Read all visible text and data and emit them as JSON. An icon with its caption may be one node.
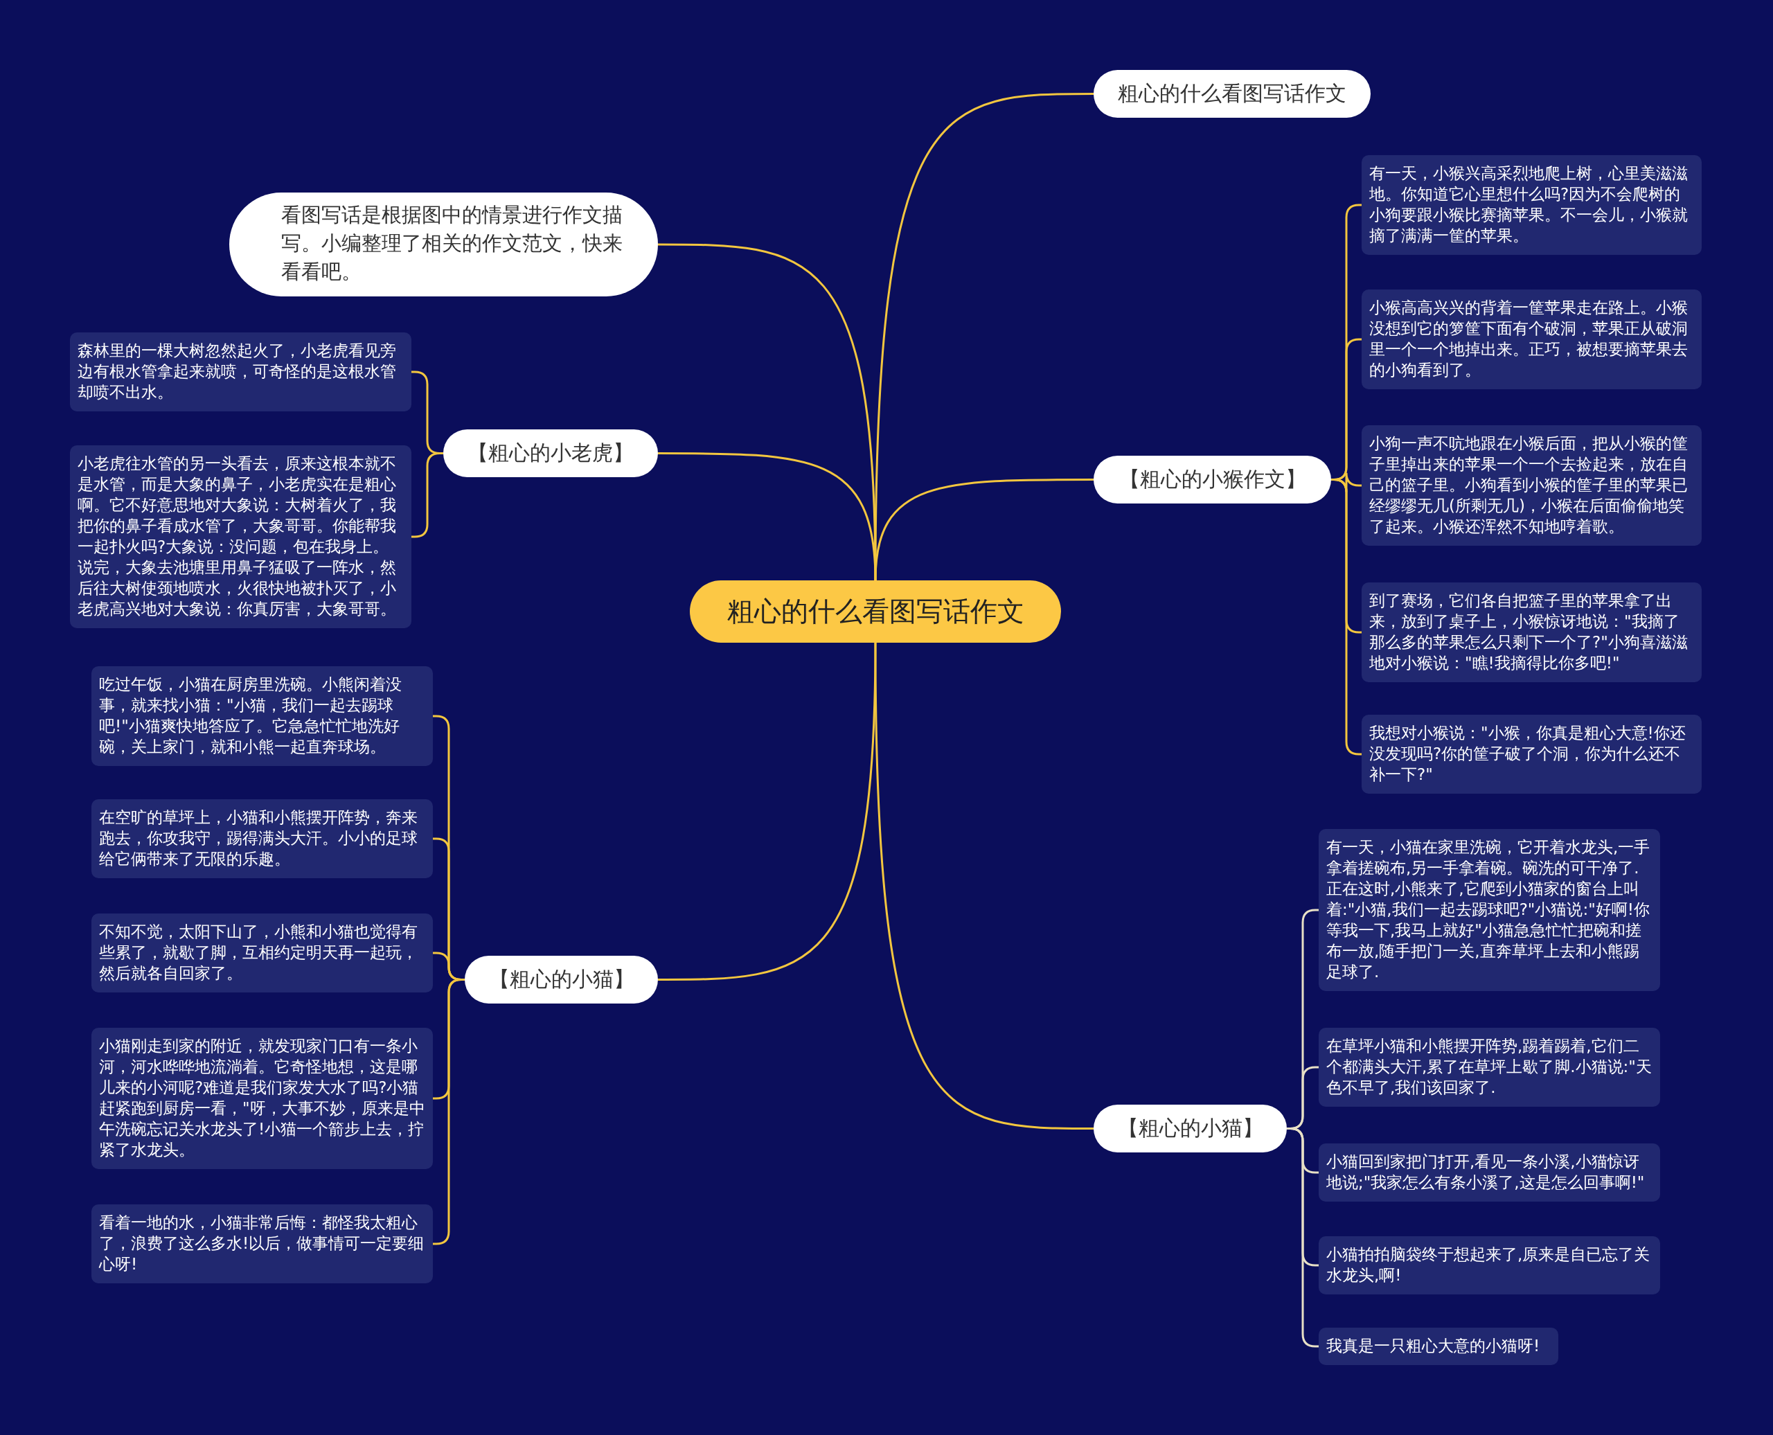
{
  "diagram": {
    "nodes": [
      {
        "text": [
          "粗心的什么看图写话作文"
        ]
      },
      {
        "text": [
          "粗心的什么看图写话作文"
        ]
      },
      {
        "text": [
          "看图写话是根据图中的情景进行作文描写。小编整理了相关的作文范文，快来看看吧。"
        ]
      },
      {
        "text": [
          "【粗心的小老虎】"
        ]
      },
      {
        "text": [
          "森林里的一棵大树忽然起火了，小老虎看见旁边有根水管拿起来就喷，可奇怪的是这根水管却喷不出水。"
        ]
      },
      {
        "text": [
          "小老虎往水管的另一头看去，原来这根本就不是水管，而是大象的鼻子，小老虎实在是粗心啊。它不好意思地对大象说：大树着火了，我把你的鼻子看成水管了，大象哥哥。你能帮我一起扑火吗?大象说：没问题，包在我身上。说完，大象去池塘里用鼻子猛吸了一阵水，然后往大树使颈地喷水，火很快地被扑灭了，小老虎高兴地对大象说：你真厉害，大象哥哥。"
        ]
      },
      {
        "text": [
          "【粗心的小猴作文】"
        ]
      },
      {
        "text": [
          "有一天，小猴兴高采烈地爬上树，心里美滋滋地。你知道它心里想什么吗?因为不会爬树的小狗要跟小猴比赛摘苹果。不一会儿，小猴就摘了满满一筐的苹果。"
        ]
      },
      {
        "text": [
          "小猴高高兴兴的背着一筐苹果走在路上。小猴没想到它的箩筐下面有个破洞，苹果正从破洞里一个一个地掉出来。正巧，被想要摘苹果去的小狗看到了。"
        ]
      },
      {
        "text": [
          "小狗一声不吭地跟在小猴后面，把从小猴的筐子里掉出来的苹果一个一个去捡起来，放在自己的篮子里。小狗看到小猴的筐子里的苹果已经缪缪无几(所剩无几)，小猴在后面偷偷地笑了起来。小猴还浑然不知地哼着歌。"
        ]
      },
      {
        "text": [
          "到了赛场，它们各自把篮子里的苹果拿了出来，放到了桌子上，小猴惊讶地说：\"我摘了那么多的苹果怎么只剩下一个了?\"小狗喜滋滋地对小猴说：\"瞧!我摘得比你多吧!\""
        ]
      },
      {
        "text": [
          "我想对小猴说：\"小猴，你真是粗心大意!你还没发现吗?你的筐子破了个洞，你为什么还不补一下?\""
        ]
      },
      {
        "text": [
          "【粗心的小猫】"
        ]
      },
      {
        "text": [
          "吃过午饭，小猫在厨房里洗碗。小熊闲着没事，就来找小猫：\"小猫，我们一起去踢球吧!\"小猫爽快地答应了。它急急忙忙地洗好碗，关上家门，就和小熊一起直奔球场。"
        ]
      },
      {
        "text": [
          "在空旷的草坪上，小猫和小熊摆开阵势，奔来跑去，你攻我守，踢得满头大汗。小小的足球给它俩带来了无限的乐趣。"
        ]
      },
      {
        "text": [
          "不知不觉，太阳下山了，小熊和小猫也觉得有些累了，就歇了脚，互相约定明天再一起玩，然后就各自回家了。"
        ]
      },
      {
        "text": [
          "小猫刚走到家的附近，就发现家门口有一条小河，河水哗哗地流淌着。它奇怪地想，这是哪儿来的小河呢?难道是我们家发大水了吗?小猫赶紧跑到厨房一看，\"呀，大事不妙，原来是中午洗碗忘记关水龙头了!小猫一个箭步上去，拧紧了水龙头。"
        ]
      },
      {
        "text": [
          "看着一地的水，小猫非常后悔：都怪我太粗心了，浪费了这么多水!以后，做事情可一定要细心呀!"
        ]
      },
      {
        "text": [
          "【粗心的小猫】"
        ]
      },
      {
        "text": [
          "有一天，小猫在家里洗碗，它开着水龙头,一手拿着搓碗布,另一手拿着碗。碗洗的可干净了.正在这时,小熊来了,它爬到小猫家的窗台上叫着:\"小猫,我们一起去踢球吧?\"小猫说:\"好啊!你等我一下,我马上就好\"小猫急急忙忙把碗和搓布一放,随手把门一关,直奔草坪上去和小熊踢足球了."
        ]
      },
      {
        "text": [
          "在草坪小猫和小熊摆开阵势,踢着踢着,它们二个都满头大汗,累了在草坪上歇了脚.小猫说:\"天色不早了,我们该回家了."
        ]
      },
      {
        "text": [
          "小猫回到家把门打开,看见一条小溪,小猫惊讶地说;\"我家怎么有条小溪了,这是怎么回事啊!\""
        ]
      },
      {
        "text": [
          "小猫拍拍脑袋终于想起来了,原来是自已忘了关水龙头,啊!"
        ]
      },
      {
        "text": [
          "我真是一只粗心大意的小猫呀!"
        ]
      }
    ],
    "edges": [
      {
        "from": 0,
        "to": 1,
        "arrow": "none"
      },
      {
        "from": 0,
        "to": 2,
        "arrow": "none"
      },
      {
        "from": 0,
        "to": 3,
        "arrow": "none"
      },
      {
        "from": 0,
        "to": 6,
        "arrow": "none"
      },
      {
        "from": 0,
        "to": 12,
        "arrow": "none"
      },
      {
        "from": 0,
        "to": 18,
        "arrow": "none"
      },
      {
        "from": 3,
        "to": 4,
        "arrow": "none"
      },
      {
        "from": 3,
        "to": 5,
        "arrow": "none"
      },
      {
        "from": 6,
        "to": 7,
        "arrow": "none"
      },
      {
        "from": 6,
        "to": 8,
        "arrow": "none"
      },
      {
        "from": 6,
        "to": 9,
        "arrow": "none"
      },
      {
        "from": 6,
        "to": 10,
        "arrow": "none"
      },
      {
        "from": 6,
        "to": 11,
        "arrow": "none"
      },
      {
        "from": 12,
        "to": 13,
        "arrow": "none"
      },
      {
        "from": 12,
        "to": 14,
        "arrow": "none"
      },
      {
        "from": 12,
        "to": 15,
        "arrow": "none"
      },
      {
        "from": 12,
        "to": 16,
        "arrow": "none"
      },
      {
        "from": 12,
        "to": 17,
        "arrow": "none"
      },
      {
        "from": 18,
        "to": 19,
        "arrow": "none",
        "color": "#e8e0c6"
      },
      {
        "from": 18,
        "to": 20,
        "arrow": "none",
        "color": "#e8e0c6"
      },
      {
        "from": 18,
        "to": 21,
        "arrow": "none",
        "color": "#e8e0c6"
      },
      {
        "from": 18,
        "to": 22,
        "arrow": "none",
        "color": "#e8e0c6"
      },
      {
        "from": 18,
        "to": 23,
        "arrow": "none",
        "color": "#e8e0c6"
      }
    ]
  }
}
